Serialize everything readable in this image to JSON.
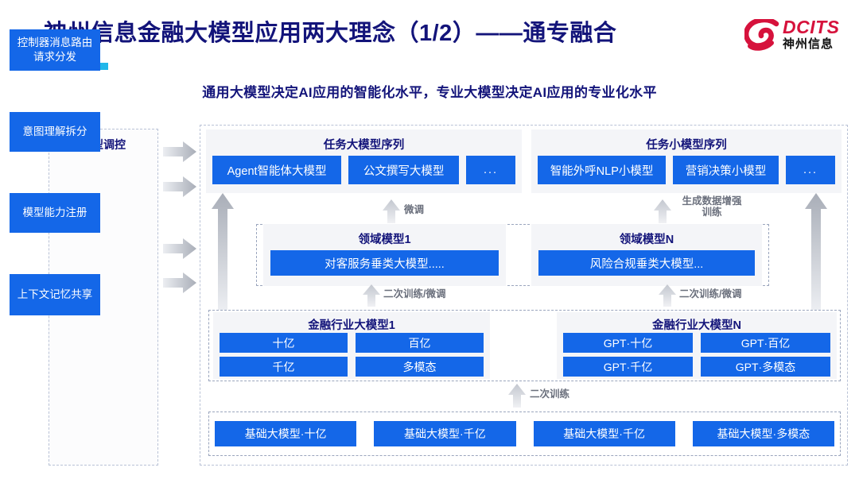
{
  "header": {
    "title": "神州信息金融大模型应用两大理念（1/2）——通专融合",
    "subtitle": "通用大模型决定AI应用的智能化水平，专业大模型决定AI应用的专业化水平",
    "logo": {
      "wordmark": "DCITS",
      "cn": "神州信息"
    },
    "accent_colors": [
      "#1b0f9c",
      "#0b59ef",
      "#21b7ea"
    ],
    "title_color": "#13147a",
    "logo_color": "#d6123c"
  },
  "control_column": {
    "title": "模型调控",
    "items": [
      {
        "label": "控制器消息路由请求分发"
      },
      {
        "label": "意图理解拆分"
      },
      {
        "label": "模型能力注册"
      },
      {
        "label": "上下文记忆共享"
      }
    ]
  },
  "task_sequences": [
    {
      "title": "任务大模型序列",
      "chips": [
        "Agent智能体大模型",
        "公文撰写大模型",
        "..."
      ]
    },
    {
      "title": "任务小模型序列",
      "chips": [
        "智能外呼NLP小模型",
        "营销决策小模型",
        "..."
      ]
    }
  ],
  "domain_models": [
    {
      "title": "领域模型1",
      "chip": "对客服务垂类大模型....."
    },
    {
      "title": "领域模型N",
      "chip": "风险合规垂类大模型..."
    }
  ],
  "industry_models": [
    {
      "title": "金融行业大模型1",
      "cells": [
        "十亿",
        "百亿",
        "千亿",
        "多模态"
      ]
    },
    {
      "title": "金融行业大模型N",
      "cells": [
        "GPT·十亿",
        "GPT·百亿",
        "GPT·千亿",
        "GPT·多模态"
      ]
    }
  ],
  "base_models": [
    "基础大模型·十亿",
    "基础大模型·千亿",
    "基础大模型·千亿",
    "基础大模型·多模态"
  ],
  "arrow_labels": {
    "finetune": "微调",
    "data_aug_line1": "生成数据增强",
    "data_aug_line2": "训练",
    "retrain_finetune_left": "二次训练/微调",
    "retrain_finetune_right": "二次训练/微调",
    "retrain": "二次训练"
  },
  "palette": {
    "chip_blue": "#1467e8",
    "panel_gray": "#f4f5f8",
    "dash_border": "#9aa5bd",
    "arrow_gray": "#b8bcc4"
  }
}
